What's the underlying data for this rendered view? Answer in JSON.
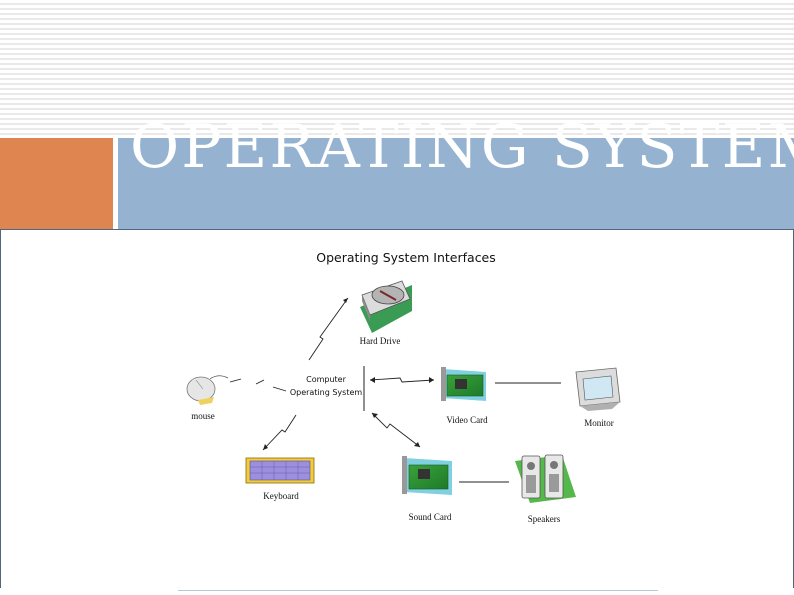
{
  "slide": {
    "title": "OPERATING SYSTEM"
  },
  "diagram": {
    "title": "Operating System Interfaces",
    "center_label_line1": "Computer",
    "center_label_line2": "Operating System",
    "nodes": {
      "hard_drive": "Hard Drive",
      "mouse": "mouse",
      "video_card": "Video Card",
      "monitor": "Monitor",
      "keyboard": "Keyboard",
      "sound_card": "Sound Card",
      "speakers": "Speakers"
    }
  },
  "colors": {
    "accent_orange": "#df8650",
    "accent_blue": "#95b3d0",
    "frame_border": "#4e6680"
  }
}
